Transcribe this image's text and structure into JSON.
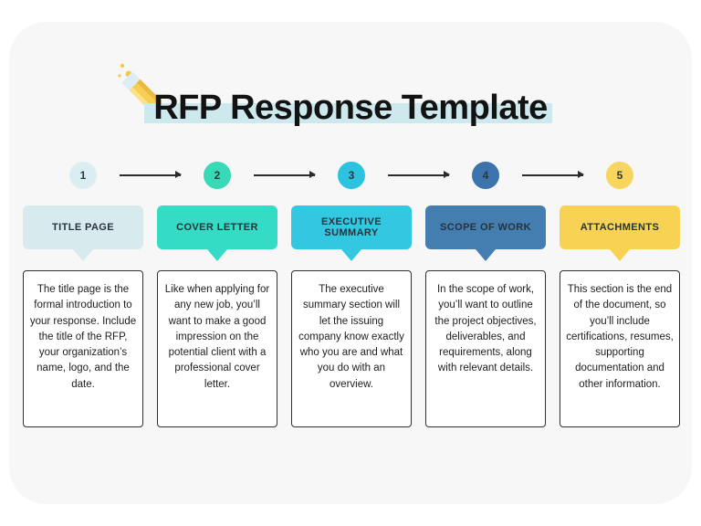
{
  "title": {
    "text": "RFP Response Template"
  },
  "colors": {
    "page_background": "#ffffff",
    "card_background": "#f7f7f8",
    "title_highlight": "#cde9ee",
    "arrow": "#2b2b2b",
    "box_border": "#303030"
  },
  "icon": {
    "name": "pencil-icon",
    "body_color": "#f6cf52",
    "eraser_color": "#dceef3",
    "tip_color": "#3a3a3a",
    "sparkle_color": "#f2c94c"
  },
  "steps": [
    {
      "number": "1",
      "label": "TITLE PAGE",
      "circle_color": "#daeef1",
      "tab_color": "#d7ebee",
      "description": "The title page is the formal introduction to your response. Include the title of the RFP, your organization’s name, logo, and the date."
    },
    {
      "number": "2",
      "label": "COVER LETTER",
      "circle_color": "#38d9b6",
      "tab_color": "#35dcc5",
      "description": "Like when applying for any new job, you’ll want to make a good impression on the potential client with a professional cover letter."
    },
    {
      "number": "3",
      "label": "EXECUTIVE SUMMARY",
      "circle_color": "#2bc3e0",
      "tab_color": "#32c8e2",
      "description": "The executive summary section will let the issuing company know exactly who you are and what you do with an overview."
    },
    {
      "number": "4",
      "label": "SCOPE OF WORK",
      "circle_color": "#3c73ab",
      "tab_color": "#447eb0",
      "description": "In the scope of work, you’ll want to outline the project objectives, deliverables, and requirements, along with relevant details."
    },
    {
      "number": "5",
      "label": "ATTACHMENTS",
      "circle_color": "#f7d55f",
      "tab_color": "#f8d253",
      "description": "This section is the end of the document, so you’ll include certifications, resumes, supporting documentation and other information."
    }
  ]
}
